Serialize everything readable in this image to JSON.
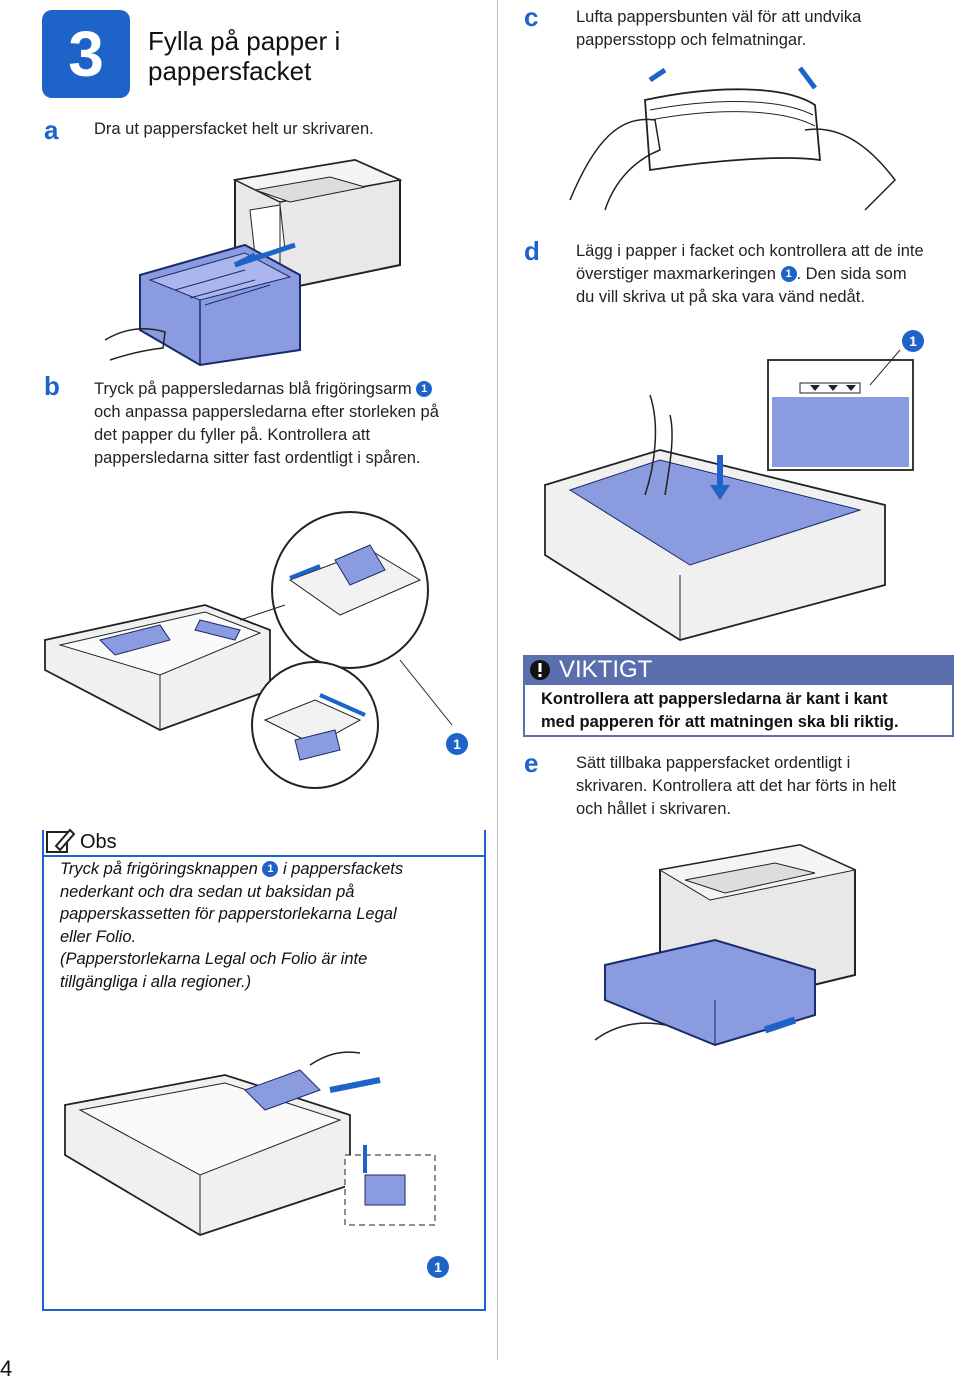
{
  "section": {
    "number": "3",
    "title_line1": "Fylla på papper i",
    "title_line2": "pappersfacket"
  },
  "step_a": {
    "letter": "a",
    "text": "Dra ut pappersfacket helt ur skrivaren."
  },
  "step_b": {
    "letter": "b",
    "lines": [
      "Tryck på pappersledarnas blå frigöringsarm",
      "och anpassa pappersledarna efter storleken på",
      "det papper du fyller på. Kontrollera att",
      "pappersledarna sitter fast ordentligt i spåren."
    ],
    "callout": "1"
  },
  "step_c": {
    "letter": "c",
    "lines": [
      "Lufta pappersbunten väl för att undvika",
      "pappersstopp och felmatningar."
    ]
  },
  "step_d": {
    "letter": "d",
    "line1": "Lägg i papper i facket och kontrollera att de inte",
    "line2_pre": "överstiger maxmarkeringen",
    "line2_post": ". Den sida som",
    "line3": "du vill skriva ut på ska vara vänd nedåt.",
    "callout": "1"
  },
  "important": {
    "title": "VIKTIGT",
    "icon": "exclamation-icon",
    "lines": [
      "Kontrollera att pappersledarna är kant i kant",
      "med papperen för att matningen ska bli riktig."
    ]
  },
  "step_e": {
    "letter": "e",
    "lines": [
      "Sätt tillbaka pappersfacket ordentligt i",
      "skrivaren. Kontrollera att det har förts in helt",
      "och hållet i skrivaren."
    ]
  },
  "note": {
    "title": "Obs",
    "icon": "pencil-note-icon",
    "line1_pre": "Tryck på frigöringsknappen",
    "line1_post": "i pappersfackets",
    "lines": [
      "nederkant och dra sedan ut baksidan på",
      "papperskassetten för papperstorlekarna Legal",
      "eller Folio.",
      "(Papperstorlekarna Legal och Folio är inte",
      "tillgängliga i alla regioner.)"
    ],
    "callout": "1"
  },
  "figure_callouts": [
    "1",
    "1",
    "1"
  ],
  "page_number": "4",
  "colors": {
    "accent": "#1e64c8",
    "tray_blue": "#8a9be0",
    "important_bar": "#5b6fae"
  }
}
